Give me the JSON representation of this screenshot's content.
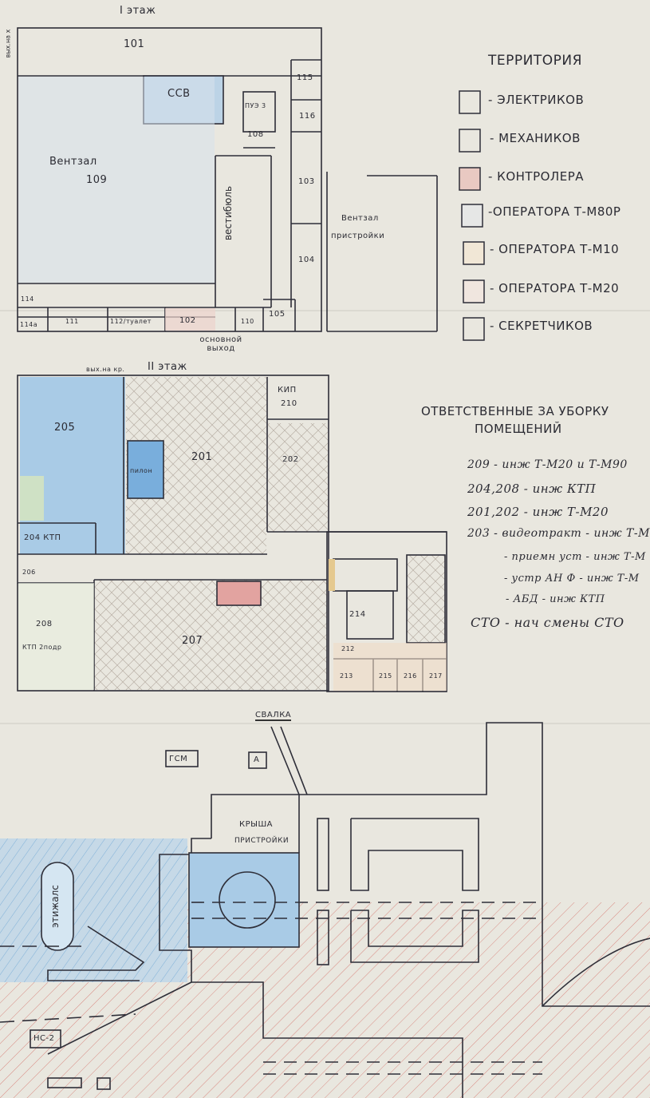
{
  "floor1": {
    "title": "I этаж",
    "rooms": {
      "r101": "101",
      "r115": "115",
      "ccb": "ССВ",
      "r116": "116",
      "pue": "ПУЭ 3",
      "r108": "108",
      "hall_name": "Вентзал",
      "hall_num": "109",
      "r103": "103",
      "hall2_name": "Вентзал",
      "hall2_sub": "пристройки",
      "corridor": "вестибюль",
      "r104": "104",
      "r114": "114",
      "r114a": "114а",
      "r111": "111",
      "r112": "112/туалет",
      "r102": "102",
      "r110": "110",
      "r105": "105",
      "side": "вых.на х"
    },
    "main_exit": "основной выход"
  },
  "legend": {
    "title": "ТЕРРИТОРИЯ",
    "items": [
      {
        "label": "- ЭЛЕКТРИКОВ",
        "color": "#e9e7df"
      },
      {
        "label": "- МЕХАНИКОВ",
        "color": "#e9e7df"
      },
      {
        "label": "- КОНТРОЛЕРА",
        "color": "#e9c9c2"
      },
      {
        "label": "-ОПЕРАТОРА Т-М80Р",
        "color": "#e6e7e6"
      },
      {
        "label": "- ОПЕРАТОРА Т-М10",
        "color": "#f1e7d6"
      },
      {
        "label": "- ОПЕРАТОРА Т-М20",
        "color": "#f0e6df"
      },
      {
        "label": "- СЕКРЕТЧИКОВ",
        "color": "#e9e7df"
      }
    ]
  },
  "floor2": {
    "title": "II этаж",
    "top_exit": "вых.на кр.",
    "rooms": {
      "r205": "205",
      "pult": "пилон",
      "r201": "201",
      "kip": "КИП",
      "r210": "210",
      "r202": "202",
      "r204": "204 КТП",
      "r206": "206",
      "r208": "208",
      "r208b": "КТП 2подр",
      "r207": "207",
      "r214": "214",
      "r212": "212",
      "r213": "213",
      "r215": "215",
      "r216": "216",
      "r217": "217"
    }
  },
  "responsibility": {
    "title1": "ОТВЕТСТВЕННЫЕ ЗА УБОРКУ",
    "title2": "ПОМЕЩЕНИЙ",
    "lines": [
      "209  - инж Т-М20 и Т-М90",
      "204,208 - инж КТП",
      "201,202 - инж Т-М20",
      "203 - видеотракт - инж Т-М",
      "- приемн уст - инж Т-М",
      "- устр АН Ф - инж Т-М",
      "- АБД  - инж КТП",
      "СТО - нач смены СТО"
    ]
  },
  "roof": {
    "dump": "СВАЛКА",
    "gsm": "ГСМ",
    "a": "А",
    "roof1": "КРЫША",
    "roof2": "ПРИСТРОЙКИ",
    "stairs": "этижалс",
    "ns": "НС-2"
  }
}
